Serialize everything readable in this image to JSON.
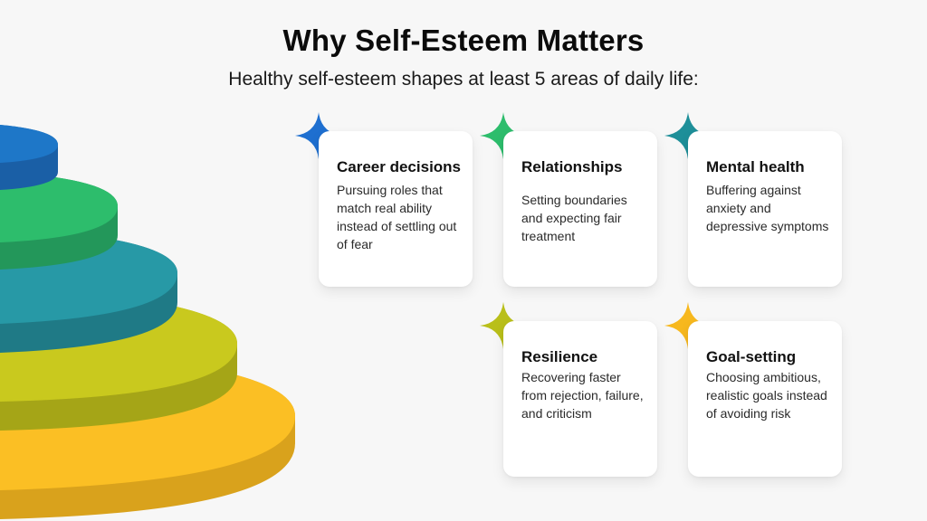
{
  "title": "Why Self-Esteem Matters",
  "subtitle": "Healthy self-esteem shapes at least 5 areas of daily life:",
  "colors": {
    "background": "#f7f7f7",
    "tiers": [
      "#1e77c8",
      "#2dbd6c",
      "#2799a6",
      "#c9c91e",
      "#fbbf24"
    ],
    "tier_sides": [
      "#1a5fa6",
      "#23975a",
      "#1f7a86",
      "#a5a517",
      "#d9a21c"
    ],
    "stars": {
      "career": "#1e6fd0",
      "relationships": "#2dbd6c",
      "mental": "#1e8f99",
      "resilience": "#b9bf1a",
      "goals": "#f7b81e"
    }
  },
  "cards": {
    "career": {
      "title": "Career decisions",
      "desc": "Pursuing roles that match real ability instead of settling out of fear",
      "icon": "sparkle-icon"
    },
    "relationships": {
      "title": "Relationships",
      "desc": "Setting boundaries and expecting fair treatment",
      "icon": "sparkle-icon"
    },
    "mental": {
      "title": "Mental health",
      "desc": "Buffering against anxiety and depressive symptoms",
      "icon": "sparkle-icon"
    },
    "resilience": {
      "title": "Resilience",
      "desc": "Recovering faster from rejection, failure, and criticism",
      "icon": "sparkle-icon"
    },
    "goals": {
      "title": "Goal-setting",
      "desc": "Choosing ambitious, realistic goals instead of avoiding risk",
      "icon": "sparkle-icon"
    }
  }
}
